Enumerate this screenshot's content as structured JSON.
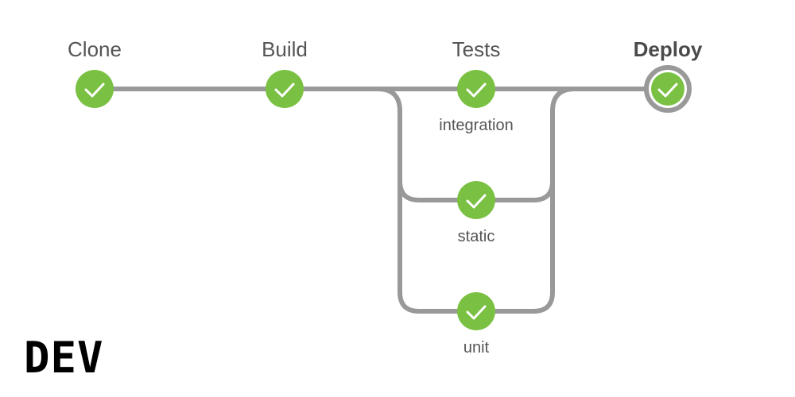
{
  "colors": {
    "success": "#7ac143",
    "connector": "#999999",
    "active_ring": "#999999",
    "check": "#ffffff"
  },
  "stages": [
    {
      "id": "clone",
      "label": "Clone",
      "status": "success",
      "icon": "check-icon"
    },
    {
      "id": "build",
      "label": "Build",
      "status": "success",
      "icon": "check-icon"
    },
    {
      "id": "tests",
      "label": "Tests",
      "status": "success",
      "icon": "check-icon"
    },
    {
      "id": "deploy",
      "label": "Deploy",
      "status": "success",
      "active": true,
      "icon": "check-icon"
    }
  ],
  "parallel_branches": [
    {
      "id": "integration",
      "label": "integration",
      "status": "success",
      "icon": "check-icon"
    },
    {
      "id": "static",
      "label": "static",
      "status": "success",
      "icon": "check-icon"
    },
    {
      "id": "unit",
      "label": "unit",
      "status": "success",
      "icon": "check-icon"
    }
  ],
  "logo": {
    "text": "DEV"
  }
}
